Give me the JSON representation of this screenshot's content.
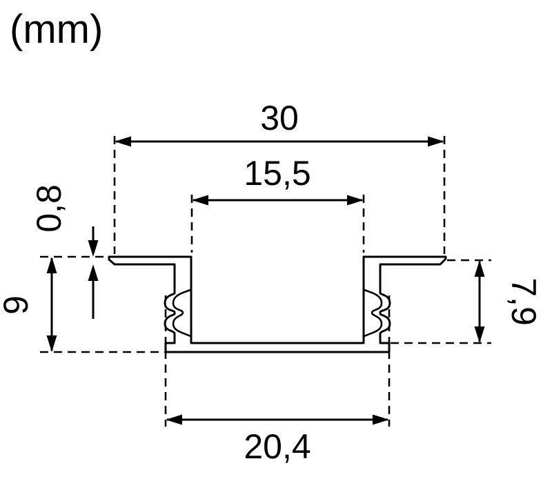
{
  "unit_label": "(mm)",
  "dims": {
    "top_width": "30",
    "opening_width": "15,5",
    "flange_thickness": "0,8",
    "overall_height": "9",
    "inner_depth": "7,9",
    "bottom_width": "20,4"
  },
  "colors": {
    "line": "#000000",
    "background": "#ffffff"
  }
}
